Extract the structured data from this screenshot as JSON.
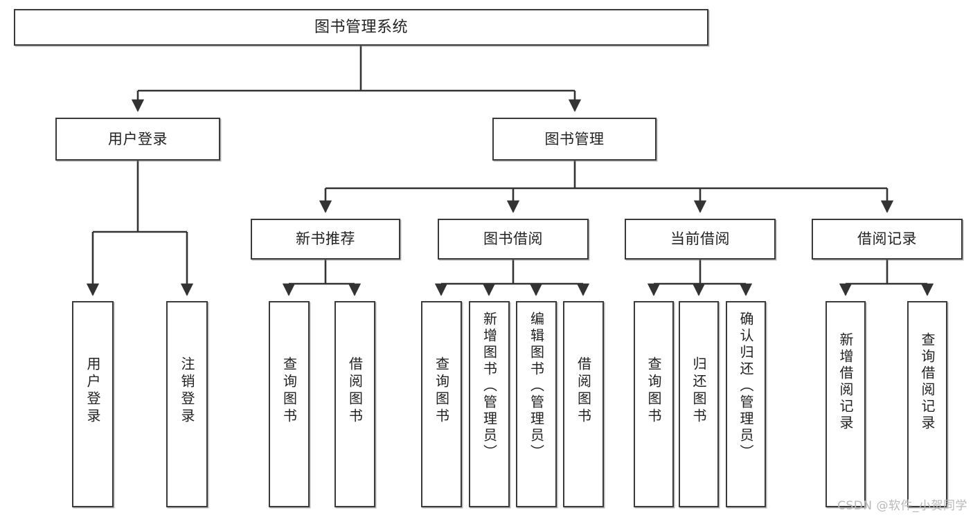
{
  "diagram": {
    "title": "图书管理系统",
    "type": "tree-hierarchy",
    "watermark": "CSDN @软件_小贺同学",
    "colors": {
      "box_border": "#3a3a3a",
      "box_fill": "#ffffff",
      "edge": "#333333",
      "background": "#ffffff",
      "watermark": "#b9b9b9"
    },
    "nodes": {
      "root": {
        "label": "图书管理系统"
      },
      "level2": [
        {
          "id": "user-login",
          "label": "用户登录"
        },
        {
          "id": "book-manage",
          "label": "图书管理"
        }
      ],
      "level3": [
        {
          "id": "new-book-rec",
          "label": "新书推荐"
        },
        {
          "id": "book-borrow",
          "label": "图书借阅"
        },
        {
          "id": "current-borrow",
          "label": "当前借阅"
        },
        {
          "id": "borrow-record",
          "label": "借阅记录"
        }
      ],
      "leaves": {
        "user_login": [
          {
            "id": "leaf-user-login",
            "label": "用户登录"
          },
          {
            "id": "leaf-user-logout",
            "label": "注销登录"
          }
        ],
        "new_book_rec": [
          {
            "id": "leaf-query-book-1",
            "label": "查询图书"
          },
          {
            "id": "leaf-borrow-book-1",
            "label": "借阅图书"
          }
        ],
        "book_borrow": [
          {
            "id": "leaf-query-book-2",
            "label": "查询图书"
          },
          {
            "id": "leaf-add-book",
            "label": "新增图书（管理员）"
          },
          {
            "id": "leaf-edit-book",
            "label": "编辑图书（管理员）"
          },
          {
            "id": "leaf-borrow-book-2",
            "label": "借阅图书"
          }
        ],
        "current_borrow": [
          {
            "id": "leaf-query-book-3",
            "label": "查询图书"
          },
          {
            "id": "leaf-return-book",
            "label": "归还图书"
          },
          {
            "id": "leaf-confirm-return",
            "label": "确认归还（管理员）"
          }
        ],
        "borrow_record": [
          {
            "id": "leaf-add-record",
            "label": "新增借阅记录"
          },
          {
            "id": "leaf-query-record",
            "label": "查询借阅记录"
          }
        ]
      }
    }
  }
}
